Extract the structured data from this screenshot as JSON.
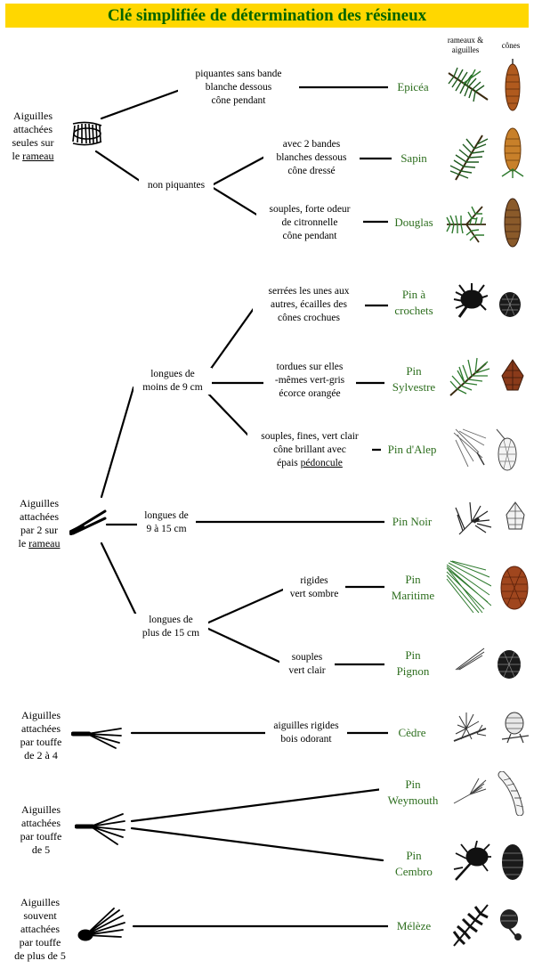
{
  "title": "Clé simplifiée de détermination des résineux",
  "headers": {
    "branches": "rameaux & aiguilles",
    "cones": "cônes"
  },
  "colors": {
    "title_bg": "#ffd700",
    "title_text": "#006400",
    "species_text": "#2d6e1e"
  },
  "groups": {
    "single": {
      "lines": [
        "Aiguilles",
        "attachées",
        "seules sur",
        "le"
      ],
      "link": "rameau"
    },
    "pair": {
      "lines": [
        "Aiguilles",
        "attachées",
        "par 2 sur",
        "le"
      ],
      "link": "rameau"
    },
    "tuft24": {
      "lines": [
        "Aiguilles",
        "attachées",
        "par touffe",
        "de 2 à 4"
      ]
    },
    "tuft5": {
      "lines": [
        "Aiguilles",
        "attachées",
        "par touffe",
        "de 5"
      ]
    },
    "tuftmore": {
      "lines": [
        "Aiguilles",
        "souvent",
        "attachées",
        "par touffe",
        "de plus de 5"
      ]
    }
  },
  "criteria": {
    "epicea": [
      "piquantes sans bande",
      "blanche dessous",
      "cône pendant"
    ],
    "non_piquantes": [
      "non piquantes"
    ],
    "sapin": [
      "avec 2 bandes",
      "blanches dessous",
      "cône dressé"
    ],
    "douglas": [
      "souples, forte odeur",
      "de citronnelle",
      "cône pendant"
    ],
    "moins9": [
      "longues de",
      "moins de 9 cm"
    ],
    "crochets": [
      "serrées les unes aux",
      "autres, écailles des",
      "cônes crochues"
    ],
    "sylvestre": [
      "tordues sur elles",
      "-mêmes vert-gris",
      "écorce orangée"
    ],
    "alep": [
      "souples, fines, vert clair",
      "cône brillant avec",
      "épais"
    ],
    "alep_link": "pédoncule",
    "de9a15": [
      "longues de",
      "9 à 15 cm"
    ],
    "plus15": [
      "longues de",
      "plus de 15 cm"
    ],
    "maritime": [
      "rigides",
      "vert sombre"
    ],
    "pignon": [
      "souples",
      "vert clair"
    ],
    "cedre": [
      "aiguilles rigides",
      "bois odorant"
    ]
  },
  "species": {
    "epicea": [
      "Epicéa"
    ],
    "sapin": [
      "Sapin"
    ],
    "douglas": [
      "Douglas"
    ],
    "crochets": [
      "Pin à",
      "crochets"
    ],
    "sylvestre": [
      "Pin",
      "Sylvestre"
    ],
    "alep": [
      "Pin d'Alep"
    ],
    "noir": [
      "Pin Noir"
    ],
    "maritime": [
      "Pin",
      "Maritime"
    ],
    "pignon": [
      "Pin",
      "Pignon"
    ],
    "cedre": [
      "Cèdre"
    ],
    "weymouth": [
      "Pin",
      "Weymouth"
    ],
    "cembro": [
      "Pin",
      "Cembro"
    ],
    "meleze": [
      "Mélèze"
    ]
  },
  "icons": {
    "branches": [
      "spruce-twig-icon",
      "fir-twig-icon",
      "douglas-twig-icon",
      "hook-pine-twig-icon",
      "scots-pine-twig-icon",
      "aleppo-pine-twig-icon",
      "black-pine-twig-icon",
      "maritime-pine-twig-icon",
      "stone-pine-twig-icon",
      "cedar-twig-icon",
      "weymouth-twig-icon",
      "cembro-twig-icon",
      "larch-twig-icon"
    ],
    "cones": [
      "spruce-cone-icon",
      "fir-cone-icon",
      "douglas-cone-icon",
      "hook-pine-cone-icon",
      "scots-pine-cone-icon",
      "aleppo-pine-cone-icon",
      "black-pine-cone-icon",
      "maritime-pine-cone-icon",
      "stone-pine-cone-icon",
      "cedar-cone-icon",
      "weymouth-cone-icon",
      "cembro-cone-icon",
      "larch-cone-icon"
    ]
  }
}
